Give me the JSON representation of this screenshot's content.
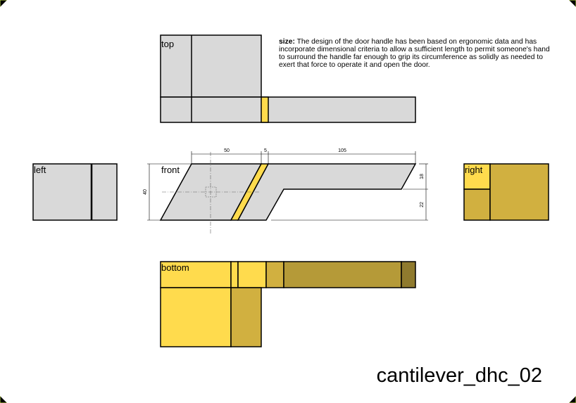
{
  "views": {
    "top": "top",
    "front": "front",
    "left": "left",
    "right": "right",
    "bottom": "bottom"
  },
  "dimensions": {
    "d50": "50",
    "d5": "5",
    "d105": "105",
    "d40": "40",
    "d18": "18",
    "d22": "22"
  },
  "description": {
    "heading": "size:",
    "body": " The design of the door handle has been based on ergonomic data and has incorporate dimensional criteria to allow a sufficient length to permit someone's hand to surround the handle far enough to grip its circumference as solidly as needed to exert that force to operate it and open the door."
  },
  "title": "cantilever_dhc_02",
  "colors": {
    "grey": "#d9d9d9",
    "yellow": "#ffdb4d",
    "gold": "#d1b040",
    "dark_gold": "#b59a38",
    "darkest_gold": "#8f7a2e",
    "corner": "#c8e84a"
  }
}
